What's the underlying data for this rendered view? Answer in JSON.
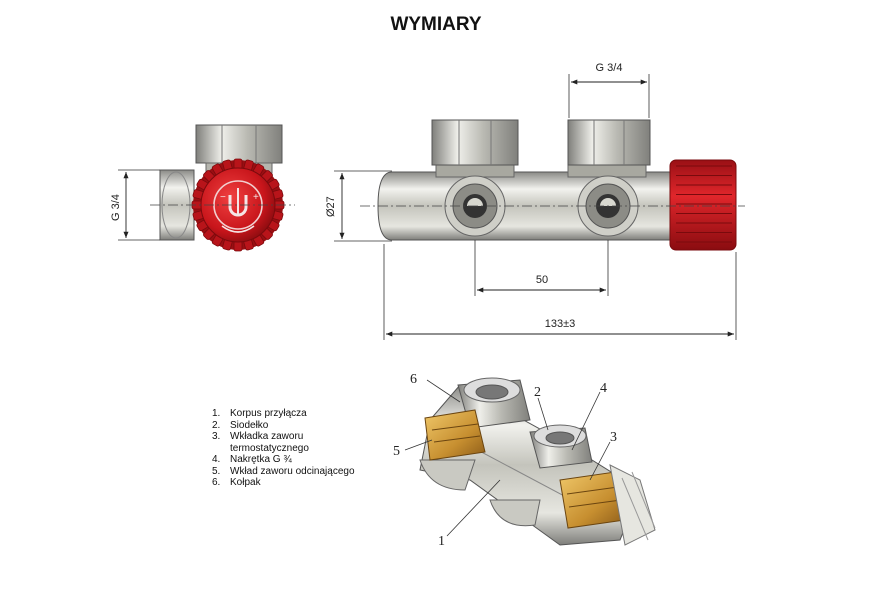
{
  "title": "WYMIARY",
  "dimensions": {
    "side_thread": "G 3/4",
    "body_diameter": "Ø27",
    "top_thread": "G 3/4",
    "spacing": "50",
    "overall_length": "133±3"
  },
  "legend": [
    {
      "num": "1.",
      "text": "Korpus przyłącza"
    },
    {
      "num": "2.",
      "text": "Siodełko"
    },
    {
      "num": "3.",
      "text": "Wkładka zaworu termostatycznego"
    },
    {
      "num": "4.",
      "text": "Nakrętka G ¾"
    },
    {
      "num": "5.",
      "text": "Wkład zaworu odcinającego"
    },
    {
      "num": "6.",
      "text": "Kołpak"
    }
  ],
  "callouts": [
    "1",
    "2",
    "3",
    "4",
    "5",
    "6"
  ],
  "colors": {
    "cap_red": "#c8151b",
    "chrome": "#c8c8c0",
    "brass": "#d4a044",
    "line": "#333333"
  }
}
